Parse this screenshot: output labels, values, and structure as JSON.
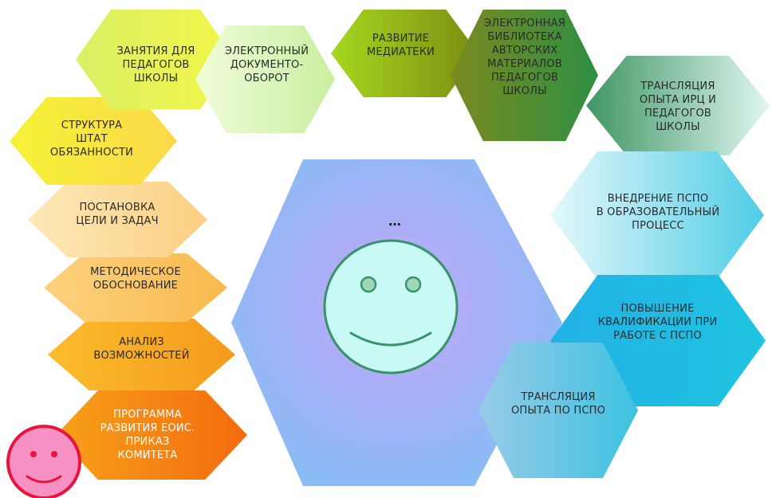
{
  "steps": [
    {
      "id": "program",
      "text": "ПРОГРАММА\nРАЗВИТИЯ ЕОИС.\nПРИКАЗ\nКОМИТЕТА",
      "colors": [
        "#f7a11a",
        "#f46b0e"
      ]
    },
    {
      "id": "analysis",
      "text": "АНАЛИЗ\nВОЗМОЖНОСТЕЙ",
      "colors": [
        "#fbbd2c",
        "#f59a1e"
      ]
    },
    {
      "id": "method",
      "text": "МЕТОДИЧЕСКОЕ\nОБОСНОВАНИЕ",
      "colors": [
        "#fdd27e",
        "#f8b94e"
      ]
    },
    {
      "id": "goals",
      "text": "ПОСТАНОВКА\nЦЕЛИ И ЗАДАЧ",
      "colors": [
        "#fde9b8",
        "#fbcf82"
      ]
    },
    {
      "id": "structure",
      "text": "СТРУКТУРА\nШТАТ\nОБЯЗАННОСТИ",
      "colors": [
        "#f6f237",
        "#fbd94a"
      ]
    },
    {
      "id": "lessons",
      "text": "ЗАНЯТИЯ ДЛЯ\nПЕДАГОГОВ\nШКОЛЫ",
      "colors": [
        "#dbf067",
        "#f2f545"
      ]
    },
    {
      "id": "edoc",
      "text": "ЭЛЕКТРОННЫЙ\nДОКУМЕНТО-\nОБОРОТ",
      "colors": [
        "#f0fcd9",
        "#c8efa0"
      ]
    },
    {
      "id": "media",
      "text": "РАЗВИТИЕ\nМЕДИАТЕКИ",
      "colors": [
        "#a6d71f",
        "#7b8e12"
      ]
    },
    {
      "id": "library",
      "text": "ЭЛЕКТРОННАЯ\nБИБЛИОТЕКА\nАВТОРСКИХ\nМАТЕРИАЛОВ\nПЕДАГОГОВ\nШКОЛЫ",
      "colors": [
        "#7b8a1f",
        "#2e8f43"
      ]
    },
    {
      "id": "irc",
      "text": "ТРАНСЛЯЦИЯ\nОПЫТА ИРЦ И\nПЕДАГОГОВ\nШКОЛЫ",
      "colors": [
        "#3f9664",
        "#dff6f0"
      ]
    },
    {
      "id": "pspo",
      "text": "ВНЕДРЕНИЕ ПСПО\nВ ОБРАЗОВАТЕЛЬНЫЙ\nПРОЦЕСС",
      "colors": [
        "#e4f8fb",
        "#4fcde6"
      ]
    },
    {
      "id": "qualif",
      "text": "ПОВЫШЕНИЕ\nКВАЛИФИКАЦИИ ПРИ\nРАБОТЕ  С  ПСПО",
      "colors": [
        "#21b1e6",
        "#20c4e0"
      ]
    },
    {
      "id": "transl",
      "text": "ТРАНСЛЯЦИЯ\nОПЫТА ПО ПСПО",
      "colors": [
        "#98cbe8",
        "#3cc2e0"
      ]
    }
  ],
  "center": {
    "ellipsis": "…",
    "colors": [
      "#c5a6fa",
      "#87bcf5"
    ]
  },
  "smiley_small": {
    "fill": "#f791c4",
    "stroke": "#e8143c"
  },
  "smiley_big": {
    "fill": "#c8f9f4",
    "stroke": "#36936a"
  }
}
